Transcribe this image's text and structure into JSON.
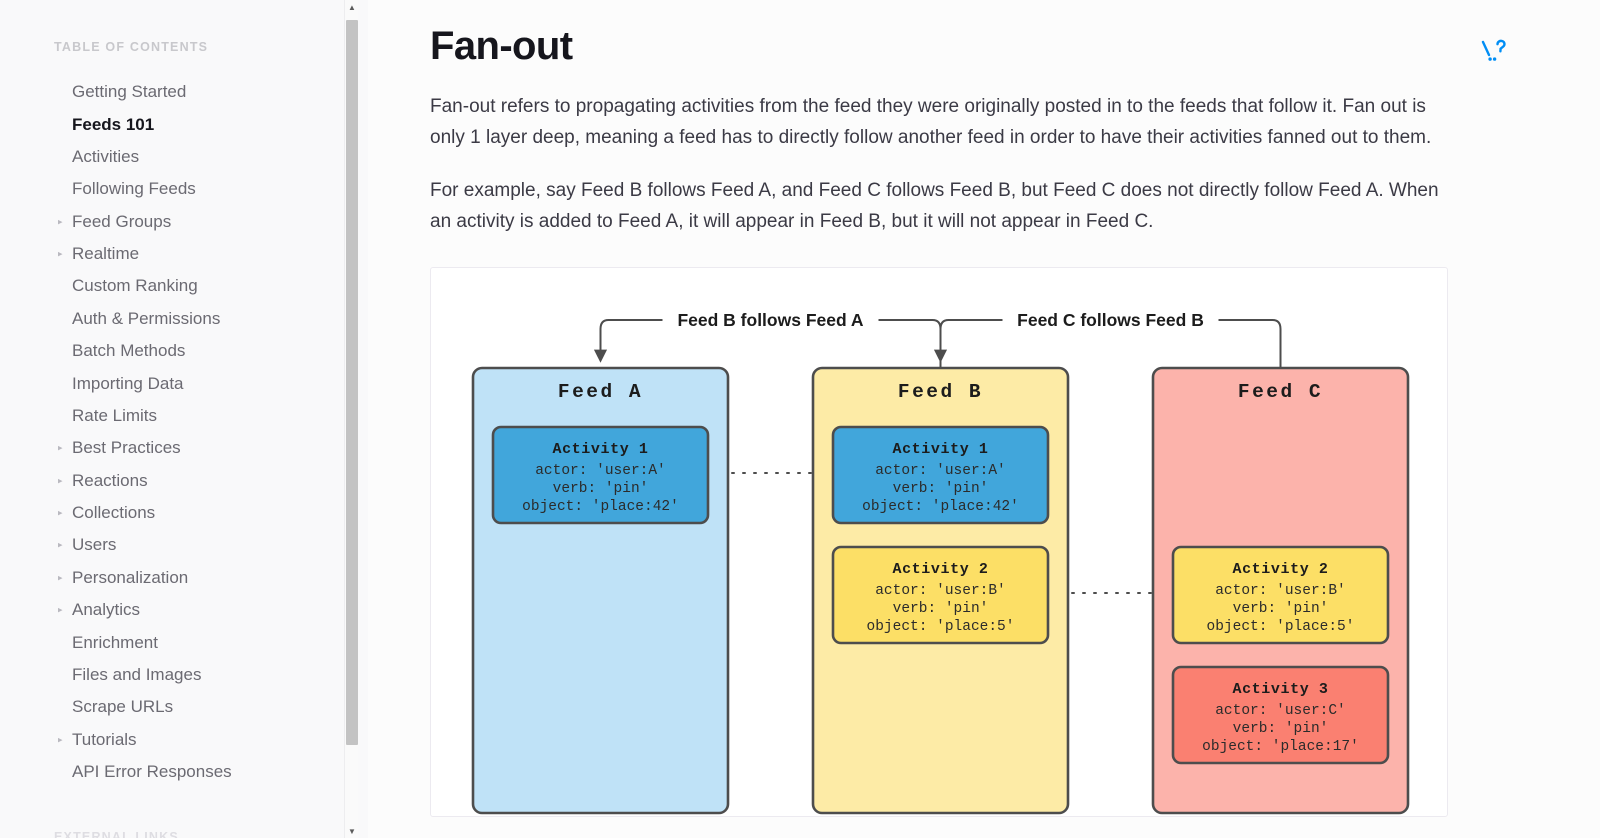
{
  "sidebar": {
    "heading": "TABLE OF CONTENTS",
    "external_heading": "EXTERNAL LINKS",
    "items": [
      {
        "label": "Getting Started",
        "expandable": false,
        "active": false
      },
      {
        "label": "Feeds 101",
        "expandable": false,
        "active": true
      },
      {
        "label": "Activities",
        "expandable": false,
        "active": false
      },
      {
        "label": "Following Feeds",
        "expandable": false,
        "active": false
      },
      {
        "label": "Feed Groups",
        "expandable": true,
        "active": false
      },
      {
        "label": "Realtime",
        "expandable": true,
        "active": false
      },
      {
        "label": "Custom Ranking",
        "expandable": false,
        "active": false
      },
      {
        "label": "Auth & Permissions",
        "expandable": false,
        "active": false
      },
      {
        "label": "Batch Methods",
        "expandable": false,
        "active": false
      },
      {
        "label": "Importing Data",
        "expandable": false,
        "active": false
      },
      {
        "label": "Rate Limits",
        "expandable": false,
        "active": false
      },
      {
        "label": "Best Practices",
        "expandable": true,
        "active": false
      },
      {
        "label": "Reactions",
        "expandable": true,
        "active": false
      },
      {
        "label": "Collections",
        "expandable": true,
        "active": false
      },
      {
        "label": "Users",
        "expandable": true,
        "active": false
      },
      {
        "label": "Personalization",
        "expandable": true,
        "active": false
      },
      {
        "label": "Analytics",
        "expandable": true,
        "active": false
      },
      {
        "label": "Enrichment",
        "expandable": false,
        "active": false
      },
      {
        "label": "Files and Images",
        "expandable": false,
        "active": false
      },
      {
        "label": "Scrape URLs",
        "expandable": false,
        "active": false
      },
      {
        "label": "Tutorials",
        "expandable": true,
        "active": false
      },
      {
        "label": "API Error Responses",
        "expandable": false,
        "active": false
      }
    ]
  },
  "main": {
    "title": "Fan-out",
    "suggest_edits_icon": "interrobang-suggest-edits-icon",
    "accent_color": "#018ef5",
    "paragraphs": [
      "Fan-out refers to propagating activities from the feed they were originally posted in to the feeds that follow it. Fan out is only 1 layer deep, meaning a feed has to directly follow another feed in order to have their activities fanned out to them.",
      "For example, say Feed B follows Feed A, and Feed C follows Feed B, but Feed C does not directly follow Feed A. When an activity is added to Feed A, it will appear in Feed B, but it will not appear in Feed C."
    ]
  },
  "diagram": {
    "annotations": [
      {
        "text": "Feed B follows Feed A"
      },
      {
        "text": "Feed C follows Feed B"
      }
    ],
    "feeds": [
      {
        "title": "Feed A",
        "fill": "#bfe2f7",
        "stroke": "#4d4d4d",
        "activities": [
          {
            "title": "Activity 1",
            "fill": "#41a6db",
            "lines": [
              "actor: 'user:A'",
              "verb: 'pin'",
              "object: 'place:42'"
            ]
          }
        ]
      },
      {
        "title": "Feed B",
        "fill": "#fdeba6",
        "stroke": "#4d4d4d",
        "activities": [
          {
            "title": "Activity 1",
            "fill": "#41a6db",
            "lines": [
              "actor: 'user:A'",
              "verb: 'pin'",
              "object: 'place:42'"
            ]
          },
          {
            "title": "Activity 2",
            "fill": "#fcdf66",
            "lines": [
              "actor: 'user:B'",
              "verb: 'pin'",
              "object: 'place:5'"
            ]
          }
        ]
      },
      {
        "title": "Feed C",
        "fill": "#fcb3ab",
        "stroke": "#4d4d4d",
        "activities": [
          {
            "title": "Activity 2",
            "fill": "#fcdf66",
            "lines": [
              "actor: 'user:B'",
              "verb: 'pin'",
              "object: 'place:5'"
            ]
          },
          {
            "title": "Activity 3",
            "fill": "#fa8071",
            "lines": [
              "actor: 'user:C'",
              "verb: 'pin'",
              "object: 'place:17'"
            ]
          }
        ]
      }
    ]
  }
}
